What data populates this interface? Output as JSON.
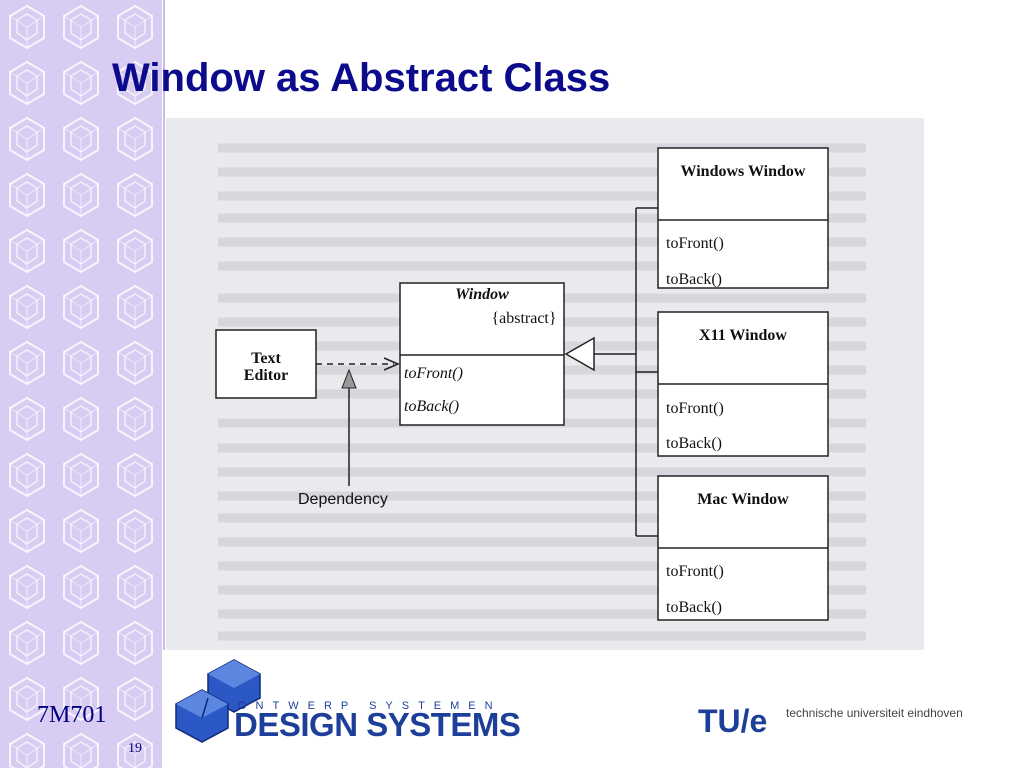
{
  "slide": {
    "title": "Window as Abstract Class",
    "course_code": "7M701",
    "page_number": "19"
  },
  "diagram": {
    "abstract_class": {
      "name": "Window",
      "stereotype": "{abstract}",
      "operations": [
        "toFront()",
        "toBack()"
      ]
    },
    "client": {
      "name_line1": "Text",
      "name_line2": "Editor"
    },
    "dependency_label": "Dependency",
    "subclasses": [
      {
        "name": "Windows Window",
        "operations": [
          "toFront()",
          "toBack()"
        ]
      },
      {
        "name": "X11 Window",
        "operations": [
          "toFront()",
          "toBack()"
        ]
      },
      {
        "name": "Mac Window",
        "operations": [
          "toFront()",
          "toBack()"
        ]
      }
    ]
  },
  "footer": {
    "design_systems_top": "ONTWERP SYSTEMEN",
    "design_systems_main": "DESIGN SYSTEMS",
    "tue_mark": "TU/e",
    "tue_name": "technische universiteit eindhoven"
  },
  "colors": {
    "title": "#0b0b8c",
    "sidebar": "#d9ccf2",
    "figure_bg": "#e9eaee",
    "logo_blue": "#1d3f9a"
  }
}
